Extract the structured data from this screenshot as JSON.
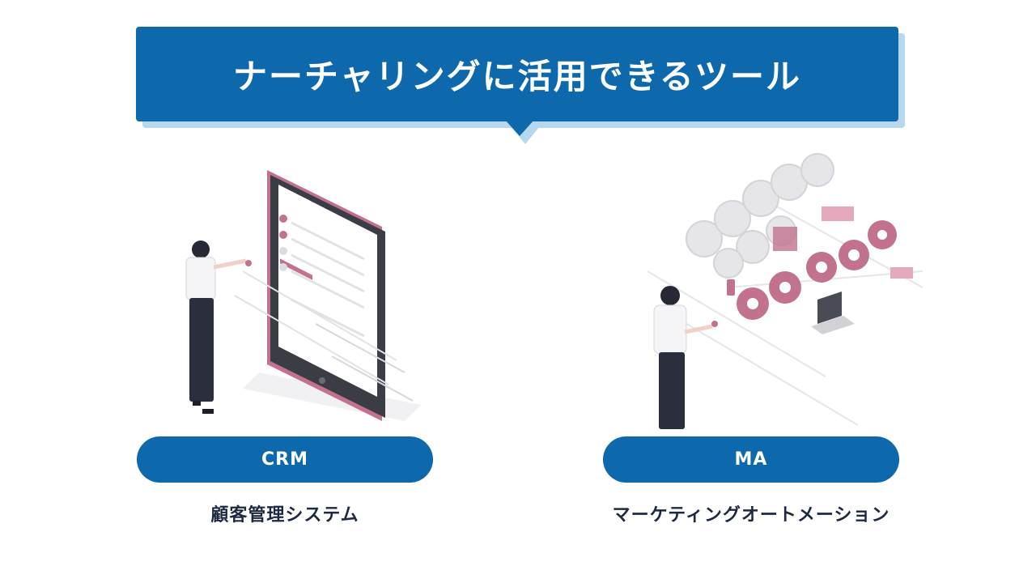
{
  "banner": {
    "title": "ナーチャリングに活用できるツール"
  },
  "tools": [
    {
      "label": "CRM",
      "description": "顧客管理システム",
      "illustration": "tablet-checklist-illustration"
    },
    {
      "label": "MA",
      "description": "マーケティングオートメーション",
      "illustration": "gears-automation-illustration"
    }
  ],
  "colors": {
    "primary": "#0d69ab",
    "shadow": "#b5d8ef",
    "accent": "#c2728e",
    "text": "#1c2940"
  }
}
